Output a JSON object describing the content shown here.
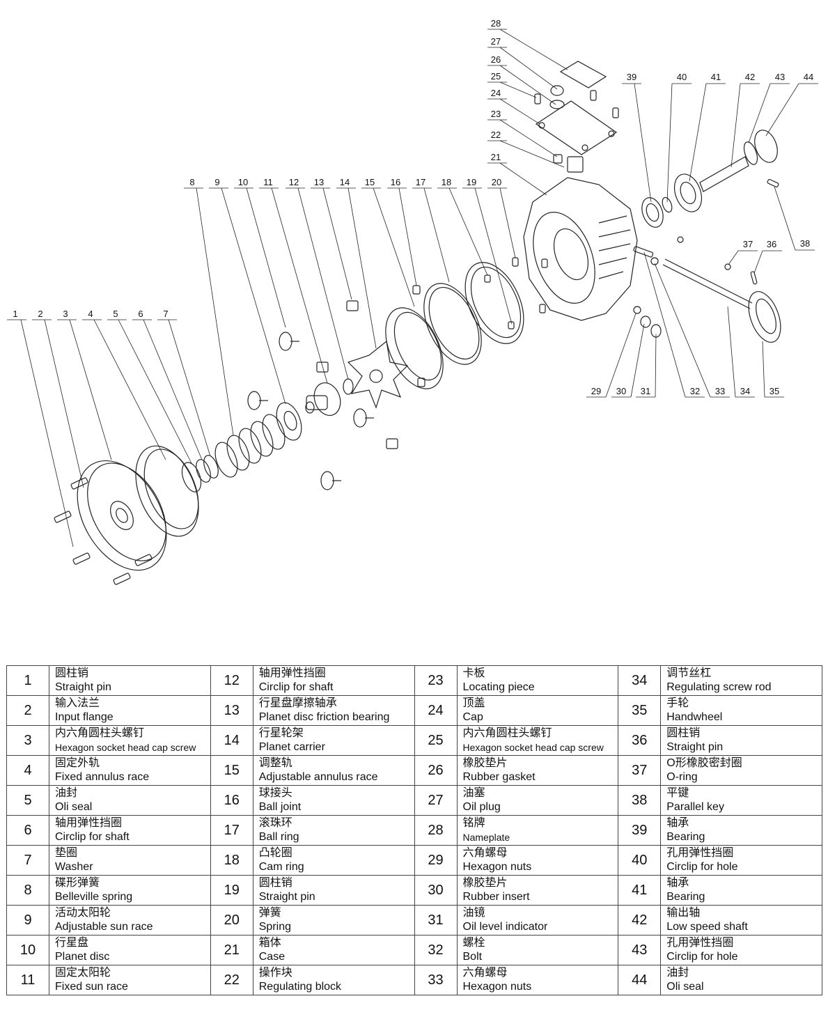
{
  "parts": [
    {
      "no": "1",
      "cn": "圆柱销",
      "en": "Straight pin"
    },
    {
      "no": "2",
      "cn": "输入法兰",
      "en": "Input flange"
    },
    {
      "no": "3",
      "cn": "内六角圆柱头螺钉",
      "en": "Hexagon socket head cap screw"
    },
    {
      "no": "4",
      "cn": "固定外轨",
      "en": "Fixed annulus race"
    },
    {
      "no": "5",
      "cn": "油封",
      "en": "Oli seal"
    },
    {
      "no": "6",
      "cn": "轴用弹性挡圈",
      "en": "Circlip for shaft"
    },
    {
      "no": "7",
      "cn": "垫圈",
      "en": "Washer"
    },
    {
      "no": "8",
      "cn": "碟形弹簧",
      "en": "Belleville spring"
    },
    {
      "no": "9",
      "cn": "活动太阳轮",
      "en": "Adjustable sun race"
    },
    {
      "no": "10",
      "cn": "行星盘",
      "en": "Planet disc"
    },
    {
      "no": "11",
      "cn": "固定太阳轮",
      "en": "Fixed sun race"
    },
    {
      "no": "12",
      "cn": "轴用弹性挡圈",
      "en": "Circlip for shaft"
    },
    {
      "no": "13",
      "cn": "行星盘摩擦轴承",
      "en": "Planet disc friction bearing"
    },
    {
      "no": "14",
      "cn": "行星轮架",
      "en": "Planet carrier"
    },
    {
      "no": "15",
      "cn": "调整轨",
      "en": "Adjustable annulus race"
    },
    {
      "no": "16",
      "cn": "球接头",
      "en": "Ball joint"
    },
    {
      "no": "17",
      "cn": "滚珠环",
      "en": "Ball ring"
    },
    {
      "no": "18",
      "cn": "凸轮圈",
      "en": "Cam ring"
    },
    {
      "no": "19",
      "cn": "圆柱销",
      "en": "Straight pin"
    },
    {
      "no": "20",
      "cn": "弹簧",
      "en": "Spring"
    },
    {
      "no": "21",
      "cn": "箱体",
      "en": "Case"
    },
    {
      "no": "22",
      "cn": "操作块",
      "en": "Regulating block"
    },
    {
      "no": "23",
      "cn": "卡板",
      "en": "Locating piece"
    },
    {
      "no": "24",
      "cn": "顶盖",
      "en": "Cap"
    },
    {
      "no": "25",
      "cn": "内六角圆柱头螺钉",
      "en": "Hexagon socket head cap screw"
    },
    {
      "no": "26",
      "cn": "橡胶垫片",
      "en": "Rubber gasket"
    },
    {
      "no": "27",
      "cn": "油塞",
      "en": "Oil plug"
    },
    {
      "no": "28",
      "cn": "铭牌",
      "en": "Nameplate"
    },
    {
      "no": "29",
      "cn": "六角螺母",
      "en": "Hexagon nuts"
    },
    {
      "no": "30",
      "cn": "橡胶垫片",
      "en": "Rubber insert"
    },
    {
      "no": "31",
      "cn": "油镜",
      "en": "Oil level indicator"
    },
    {
      "no": "32",
      "cn": "螺栓",
      "en": "Bolt"
    },
    {
      "no": "33",
      "cn": "六角螺母",
      "en": "Hexagon nuts"
    },
    {
      "no": "34",
      "cn": "调节丝杠",
      "en": "Regulating screw rod"
    },
    {
      "no": "35",
      "cn": "手轮",
      "en": "Handwheel"
    },
    {
      "no": "36",
      "cn": "圆柱销",
      "en": "Straight pin"
    },
    {
      "no": "37",
      "cn": "O形橡胶密封圈",
      "en": "O-ring"
    },
    {
      "no": "38",
      "cn": "平键",
      "en": "Parallel key"
    },
    {
      "no": "39",
      "cn": "轴承",
      "en": "Bearing"
    },
    {
      "no": "40",
      "cn": "孔用弹性挡圈",
      "en": "Circlip for hole"
    },
    {
      "no": "41",
      "cn": "轴承",
      "en": "Bearing"
    },
    {
      "no": "42",
      "cn": "输出轴",
      "en": "Low speed shaft"
    },
    {
      "no": "43",
      "cn": "孔用弹性挡圈",
      "en": "Circlip for hole"
    },
    {
      "no": "44",
      "cn": "油封",
      "en": "Oli seal"
    }
  ]
}
